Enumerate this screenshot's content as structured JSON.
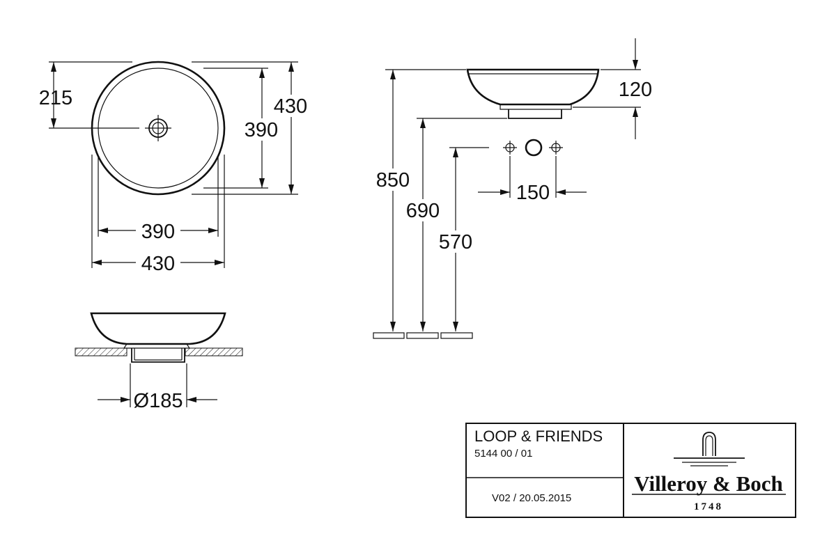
{
  "drawing": {
    "top_view": {
      "radius_dim": "215",
      "inner_height_dim": "390",
      "outer_height_dim": "430",
      "inner_width_dim": "390",
      "outer_width_dim": "430"
    },
    "side_view": {
      "drain_diameter_dim": "Ø185"
    },
    "elevation_view": {
      "rim_height_dim": "850",
      "bowl_height_dim": "120",
      "drain_height_dim": "690",
      "tap_height_dim": "570",
      "tap_spacing_dim": "150"
    }
  },
  "title_block": {
    "product_name": "LOOP & FRIENDS",
    "article_number": "5144 00 / 01",
    "version": "V02 / 20.05.2015",
    "brand": "Villeroy & Boch",
    "brand_year": "1748"
  }
}
